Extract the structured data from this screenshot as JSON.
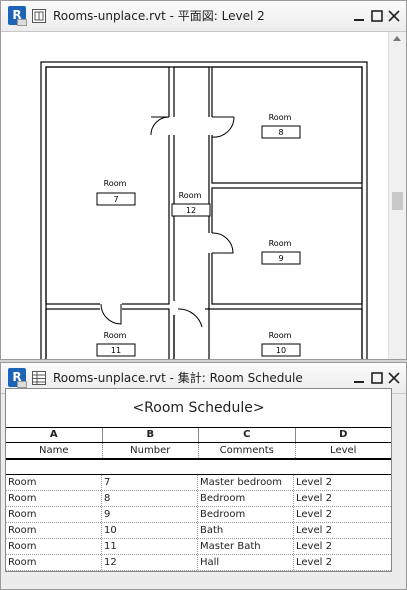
{
  "plan_window": {
    "title": "Rooms-unplace.rvt - 平面図: Level 2",
    "app_icon_letter": "R",
    "rooms": [
      {
        "label": "Room",
        "number": "7"
      },
      {
        "label": "Room",
        "number": "8"
      },
      {
        "label": "Room",
        "number": "9"
      },
      {
        "label": "Room",
        "number": "10"
      },
      {
        "label": "Room",
        "number": "11"
      },
      {
        "label": "Room",
        "number": "12"
      }
    ]
  },
  "schedule_window": {
    "title": "Rooms-unplace.rvt - 集計: Room Schedule",
    "app_icon_letter": "R",
    "schedule_title": "<Room Schedule>",
    "column_letters": [
      "A",
      "B",
      "C",
      "D"
    ],
    "headers": [
      "Name",
      "Number",
      "Comments",
      "Level"
    ],
    "rows": [
      [
        "Room",
        "7",
        "Master bedroom",
        "Level 2"
      ],
      [
        "Room",
        "8",
        "Bedroom",
        "Level 2"
      ],
      [
        "Room",
        "9",
        "Bedroom",
        "Level 2"
      ],
      [
        "Room",
        "10",
        "Bath",
        "Level 2"
      ],
      [
        "Room",
        "11",
        "Master Bath",
        "Level 2"
      ],
      [
        "Room",
        "12",
        "Hall",
        "Level 2"
      ]
    ]
  },
  "colors": {
    "revit_blue": "#1d63b7",
    "title_bar": "#ececec"
  }
}
